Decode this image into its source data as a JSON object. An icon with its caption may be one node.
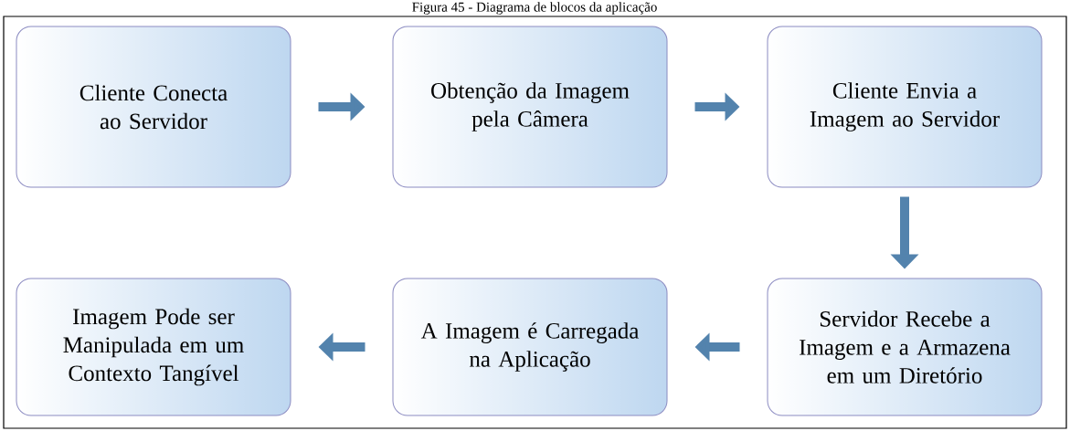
{
  "diagram": {
    "title": "Figura 45 - Diagrama de blocos da aplicação",
    "nodes": [
      {
        "text": [
          "Cliente Conecta ao Servidor"
        ]
      },
      {
        "text": [
          "Obtenção da Imagem pela Câmera"
        ]
      },
      {
        "text": [
          "Cliente Envia a Imagem ao Servidor"
        ]
      },
      {
        "text": [
          "Imagem Pode ser Manipulada em um Contexto Tangível"
        ]
      },
      {
        "text": [
          "A Imagem é Carregada na Aplicação"
        ]
      },
      {
        "text": [
          "Servidor Recebe a Imagem e a Armazena em um Diretório"
        ]
      }
    ],
    "edges": [
      {
        "from": 0,
        "to": 1,
        "arrow": "to"
      },
      {
        "from": 1,
        "to": 2,
        "arrow": "to"
      },
      {
        "from": 2,
        "to": 5,
        "arrow": "to"
      },
      {
        "from": 5,
        "to": 4,
        "arrow": "to"
      },
      {
        "from": 4,
        "to": 3,
        "arrow": "to"
      }
    ]
  }
}
